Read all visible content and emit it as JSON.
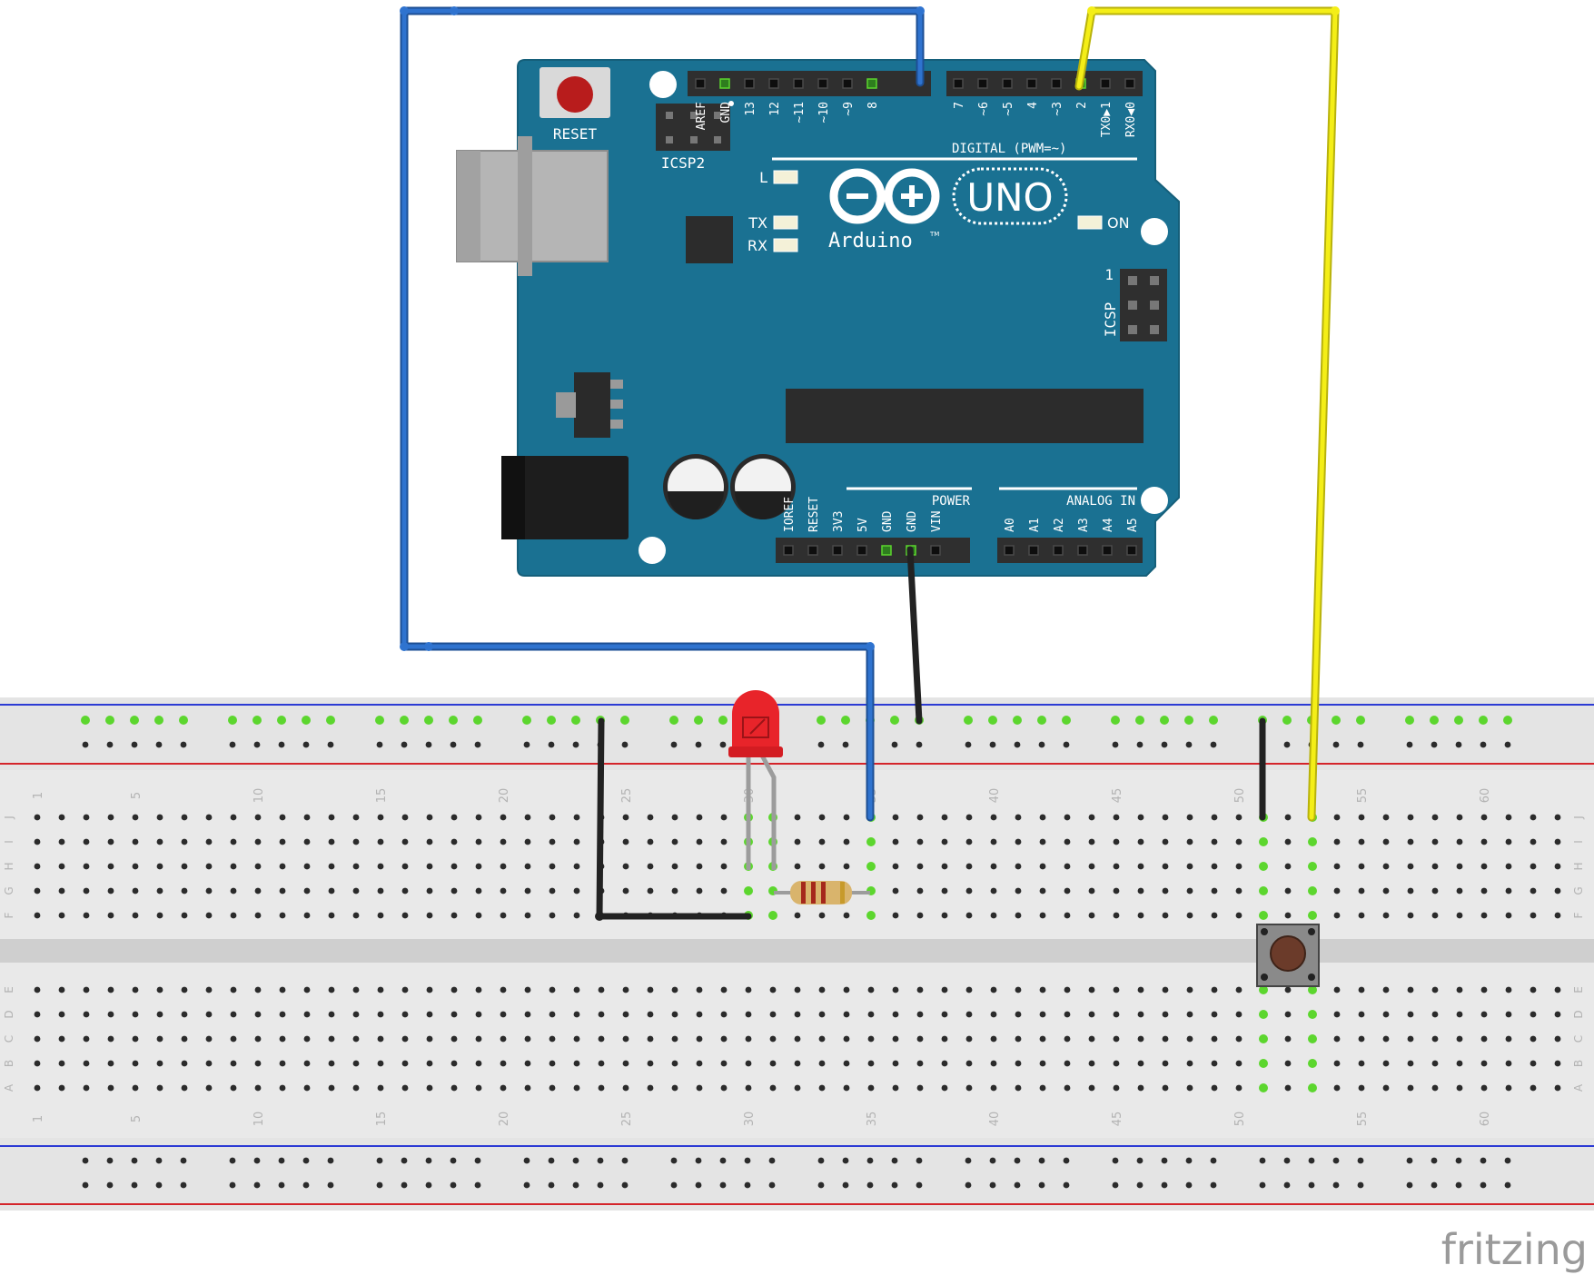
{
  "board": {
    "logo_name": "Arduino",
    "logo_tm": "TM",
    "model": "UNO",
    "reset_label": "RESET",
    "icsp2_label": "ICSP2",
    "icsp_label": "ICSP",
    "icsp_pin1": "1",
    "digital_header_title": "DIGITAL (PWM=~)",
    "power_header_title": "POWER",
    "analog_header_title": "ANALOG IN",
    "led_l": "L",
    "led_tx": "TX",
    "led_rx": "RX",
    "led_on": "ON",
    "digital_pins_left": [
      "AREF",
      "GND",
      "13",
      "12",
      "~11",
      "~10",
      "~9",
      "8"
    ],
    "digital_pins_right": [
      "7",
      "~6",
      "~5",
      "4",
      "~3",
      "2",
      "TX0▶1",
      "RX0◀0"
    ],
    "power_pins": [
      "IOREF",
      "RESET",
      "3V3",
      "5V",
      "GND",
      "GND",
      "VIN"
    ],
    "analog_pins": [
      "A0",
      "A1",
      "A2",
      "A3",
      "A4",
      "A5"
    ]
  },
  "breadboard": {
    "row_letters_top": [
      "J",
      "I",
      "H",
      "G",
      "F"
    ],
    "row_letters_bottom": [
      "E",
      "D",
      "C",
      "B",
      "A"
    ],
    "column_numbers": [
      "1",
      "5",
      "10",
      "15",
      "20",
      "25",
      "30",
      "35",
      "40",
      "45",
      "50",
      "55",
      "60"
    ]
  },
  "colors": {
    "board": "#1a7192",
    "wire_blue": "#2f73cf",
    "wire_yellow": "#f4ee17",
    "wire_black": "#222222",
    "led": "#e8242a",
    "connected_hole": "#5cd62e",
    "rail_red": "#d4242a",
    "rail_blue": "#2c3bd4"
  },
  "brand": {
    "watermark": "fritzing"
  }
}
